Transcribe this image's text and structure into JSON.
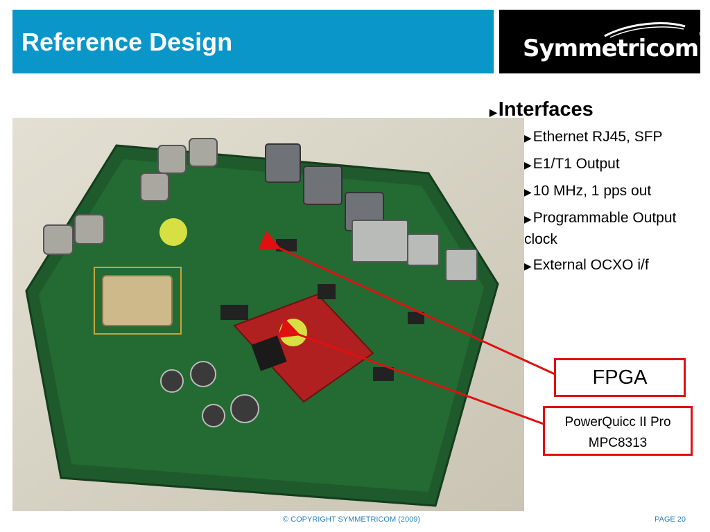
{
  "slide": {
    "title": "Reference Design",
    "logo": {
      "text": "Symmetricom",
      "registered": "®"
    },
    "bullets": {
      "heading": "Interfaces",
      "items": [
        "Ethernet RJ45, SFP",
        "E1/T1 Output",
        "10 MHz, 1 pps out",
        "Programmable Output clock",
        "External OCXO i/f"
      ]
    },
    "callouts": {
      "fpga": "FPGA",
      "cpu_line1": "PowerQuicc II Pro",
      "cpu_line2": "MPC8313"
    },
    "footer": {
      "copyright": "© COPYRIGHT SYMMETRICOM (2009)",
      "page": "PAGE 20"
    },
    "colors": {
      "accent": "#0a96c8",
      "callout_border": "#e01010",
      "footer_text": "#2a7fc0"
    }
  }
}
